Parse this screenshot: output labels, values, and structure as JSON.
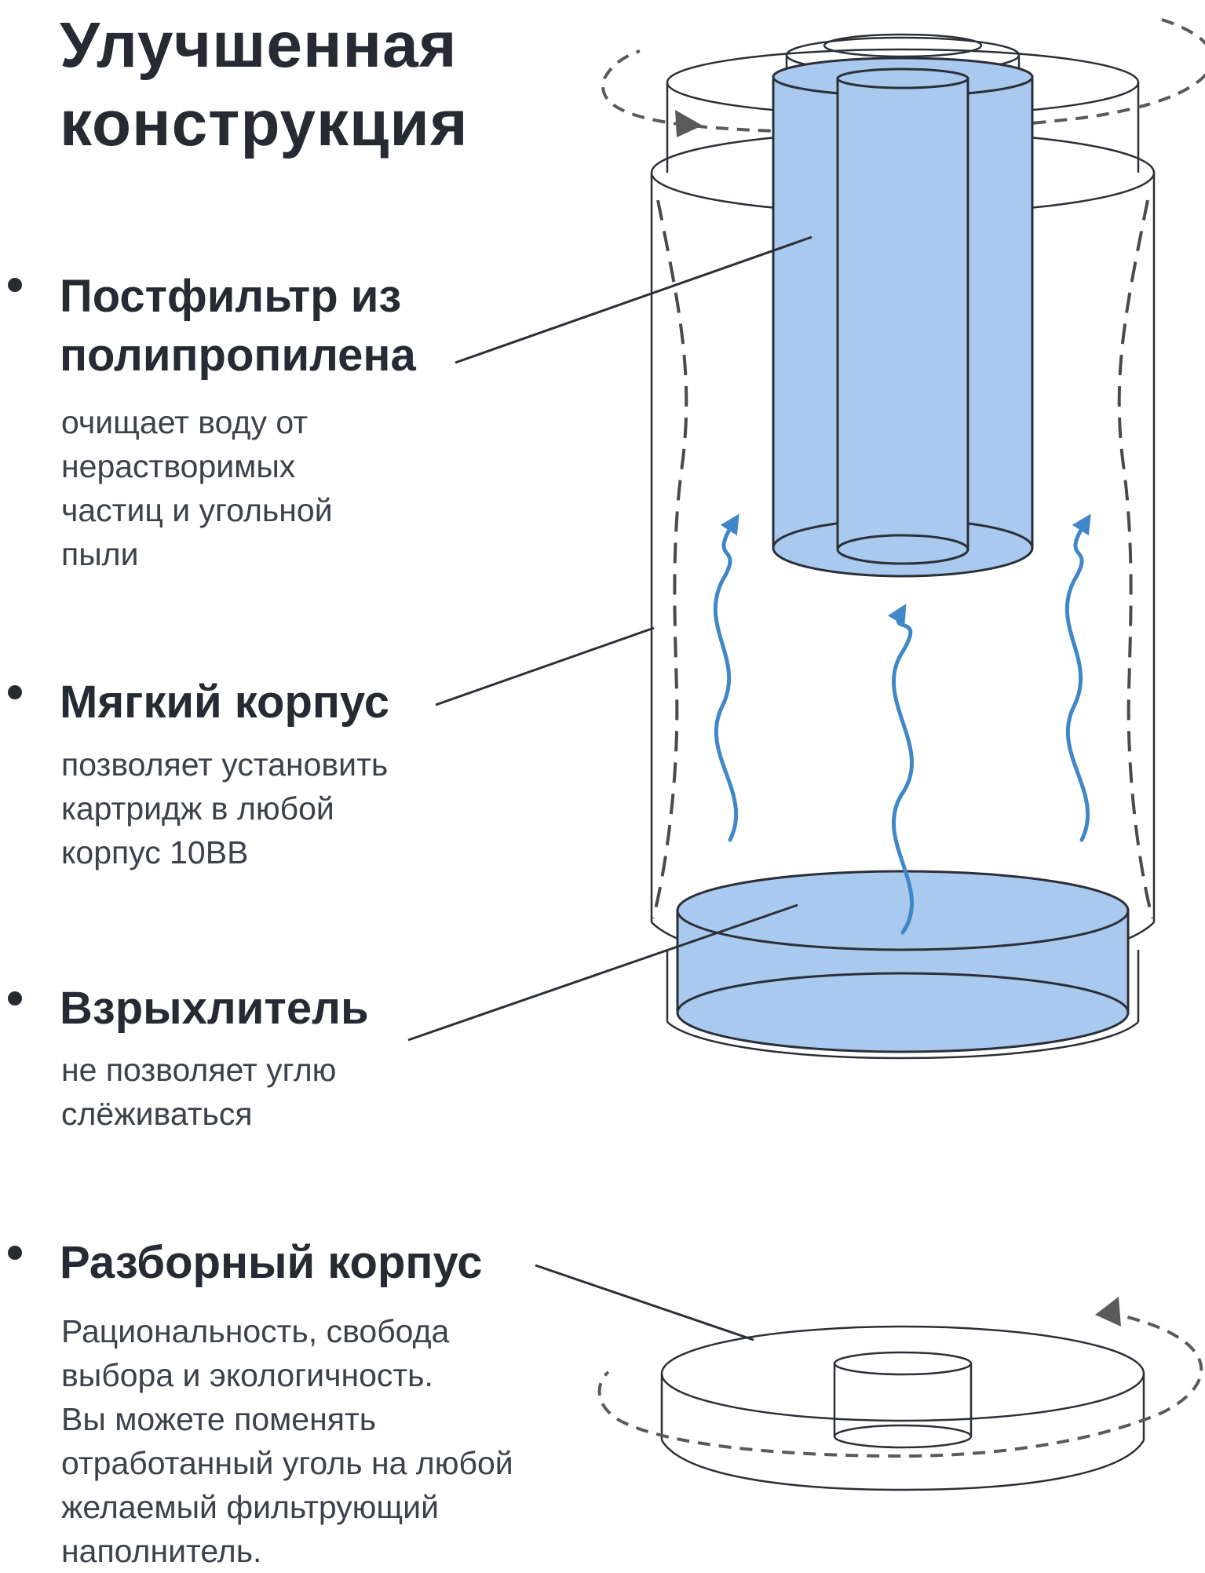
{
  "title": {
    "line1": "Улучшенная",
    "line2": "конструкция"
  },
  "features": [
    {
      "heading_lines": [
        "Постфильтр из",
        "полипропилена"
      ],
      "description_lines": [
        "очищает воду от",
        "нерастворимых",
        "частиц и угольной",
        "пыли"
      ]
    },
    {
      "heading_lines": [
        "Мягкий корпус"
      ],
      "description_lines": [
        "позволяет установить",
        "картридж в любой",
        "корпус 10ВВ"
      ]
    },
    {
      "heading_lines": [
        "Взрыхлитель"
      ],
      "description_lines": [
        "не позволяет углю",
        "слёживаться"
      ]
    },
    {
      "heading_lines": [
        "Разборный корпус"
      ],
      "description_lines": [
        "Рациональность, свобода",
        "выбора и экологичность.",
        "Вы можете поменять",
        "отработанный уголь на любой",
        "желаемый фильтрующий",
        "наполнитель."
      ]
    }
  ],
  "colors": {
    "text": "#262b33",
    "blue_fill": "#a9c9ef",
    "blue_arrow": "#3f87c8",
    "outline": "#2b2f36",
    "dashed": "#5a5a5a"
  }
}
